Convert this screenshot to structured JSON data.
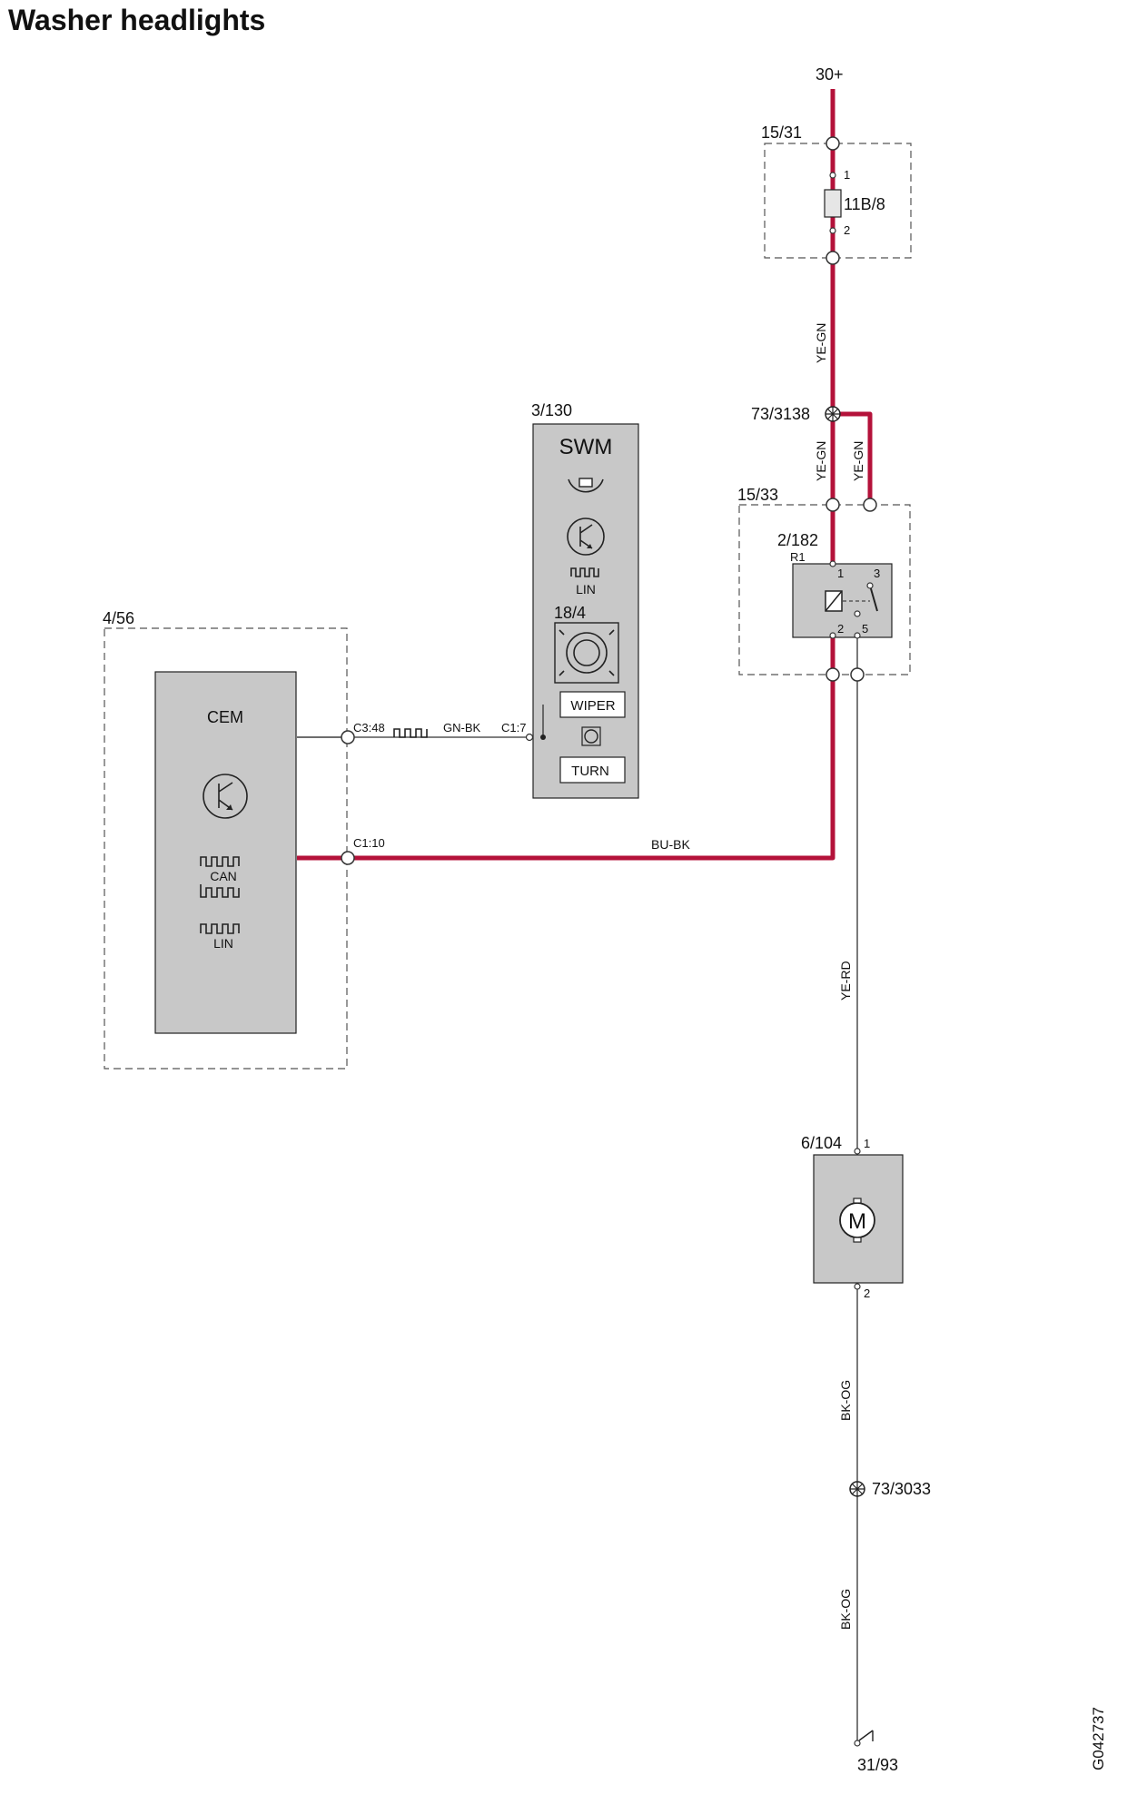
{
  "title": "Washer headlights",
  "figure_code": "G042737",
  "supply": {
    "label": "30+"
  },
  "ground": {
    "label": "31/93"
  },
  "fuse_box": {
    "id": "15/31",
    "fuse_label": "11B/8",
    "pin_top": "1",
    "pin_bottom": "2"
  },
  "splice_top": {
    "label": "73/3138"
  },
  "splice_bottom": {
    "label": "73/3033"
  },
  "relay_box": {
    "id": "15/33",
    "relay_id": "2/182",
    "relay_ref": "R1",
    "pin1": "1",
    "pin2": "2",
    "pin3": "3",
    "pin5": "5"
  },
  "swm": {
    "id": "3/130",
    "name": "SWM",
    "lin": "LIN",
    "sub_id": "18/4",
    "wiper": "WIPER",
    "turn": "TURN",
    "connector": "C1:7"
  },
  "cem": {
    "id": "4/56",
    "name": "CEM",
    "can": "CAN",
    "lin": "LIN",
    "conn_c348": "C3:48",
    "conn_c110": "C1:10"
  },
  "motor": {
    "id": "6/104",
    "symbol": "M",
    "pin1": "1",
    "pin2": "2"
  },
  "wires": {
    "ye_gn_1": "YE-GN",
    "ye_gn_2": "YE-GN",
    "ye_gn_3": "YE-GN",
    "gn_bk": "GN-BK",
    "bu_bk": "BU-BK",
    "ye_rd": "YE-RD",
    "bk_og_1": "BK-OG",
    "bk_og_2": "BK-OG"
  },
  "colors": {
    "powered_wire": "#b4123a",
    "component_fill": "#c8c8c8"
  }
}
